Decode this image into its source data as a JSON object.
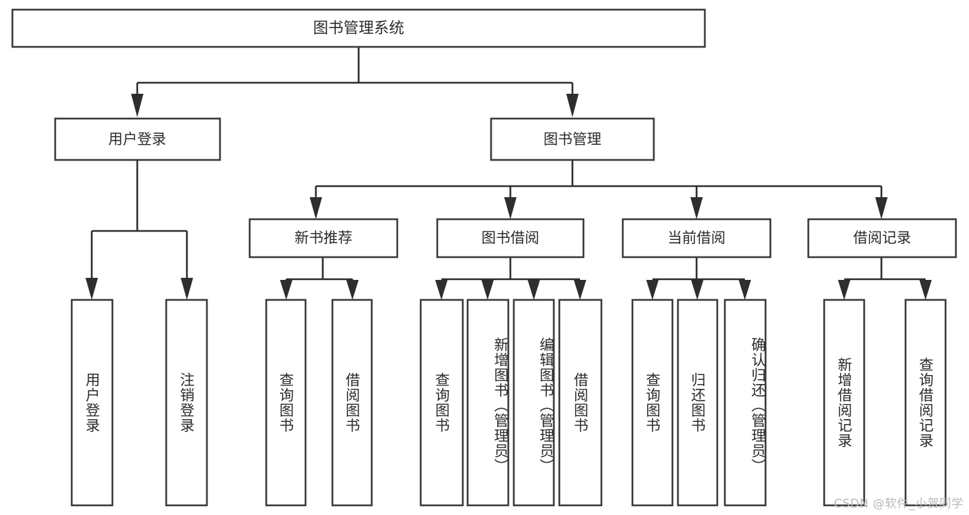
{
  "diagram": {
    "type": "hierarchy-tree",
    "title": "图书管理系统",
    "watermark": "CSDN @软件_小贺同学",
    "colors": {
      "box_stroke": "#3a3a3a",
      "connector": "#2e2e2e",
      "text": "#2b2b2b",
      "background": "#ffffff",
      "watermark": "#b8b8b8"
    },
    "root": {
      "label": "图书管理系统",
      "orientation": "horizontal"
    },
    "level2": [
      {
        "label": "用户登录",
        "orientation": "horizontal"
      },
      {
        "label": "图书管理",
        "orientation": "horizontal"
      }
    ],
    "level3": [
      {
        "label": "新书推荐",
        "orientation": "horizontal"
      },
      {
        "label": "图书借阅",
        "orientation": "horizontal"
      },
      {
        "label": "当前借阅",
        "orientation": "horizontal"
      },
      {
        "label": "借阅记录",
        "orientation": "horizontal"
      }
    ],
    "leaves": {
      "user_login": [
        {
          "label": "用户登录",
          "orientation": "vertical"
        },
        {
          "label": "注销登录",
          "orientation": "vertical"
        }
      ],
      "new_book_recommend": [
        {
          "label": "查询图书",
          "orientation": "vertical"
        },
        {
          "label": "借阅图书",
          "orientation": "vertical"
        }
      ],
      "book_borrow": [
        {
          "label": "查询图书",
          "orientation": "vertical"
        },
        {
          "label": "新增图书（管理员）",
          "orientation": "vertical"
        },
        {
          "label": "编辑图书（管理员）",
          "orientation": "vertical"
        },
        {
          "label": "借阅图书",
          "orientation": "vertical"
        }
      ],
      "current_borrow": [
        {
          "label": "查询图书",
          "orientation": "vertical"
        },
        {
          "label": "归还图书",
          "orientation": "vertical"
        },
        {
          "label": "确认归还（管理员）",
          "orientation": "vertical"
        }
      ],
      "borrow_records": [
        {
          "label": "新增借阅记录",
          "orientation": "vertical"
        },
        {
          "label": "查询借阅记录",
          "orientation": "vertical"
        }
      ]
    }
  }
}
